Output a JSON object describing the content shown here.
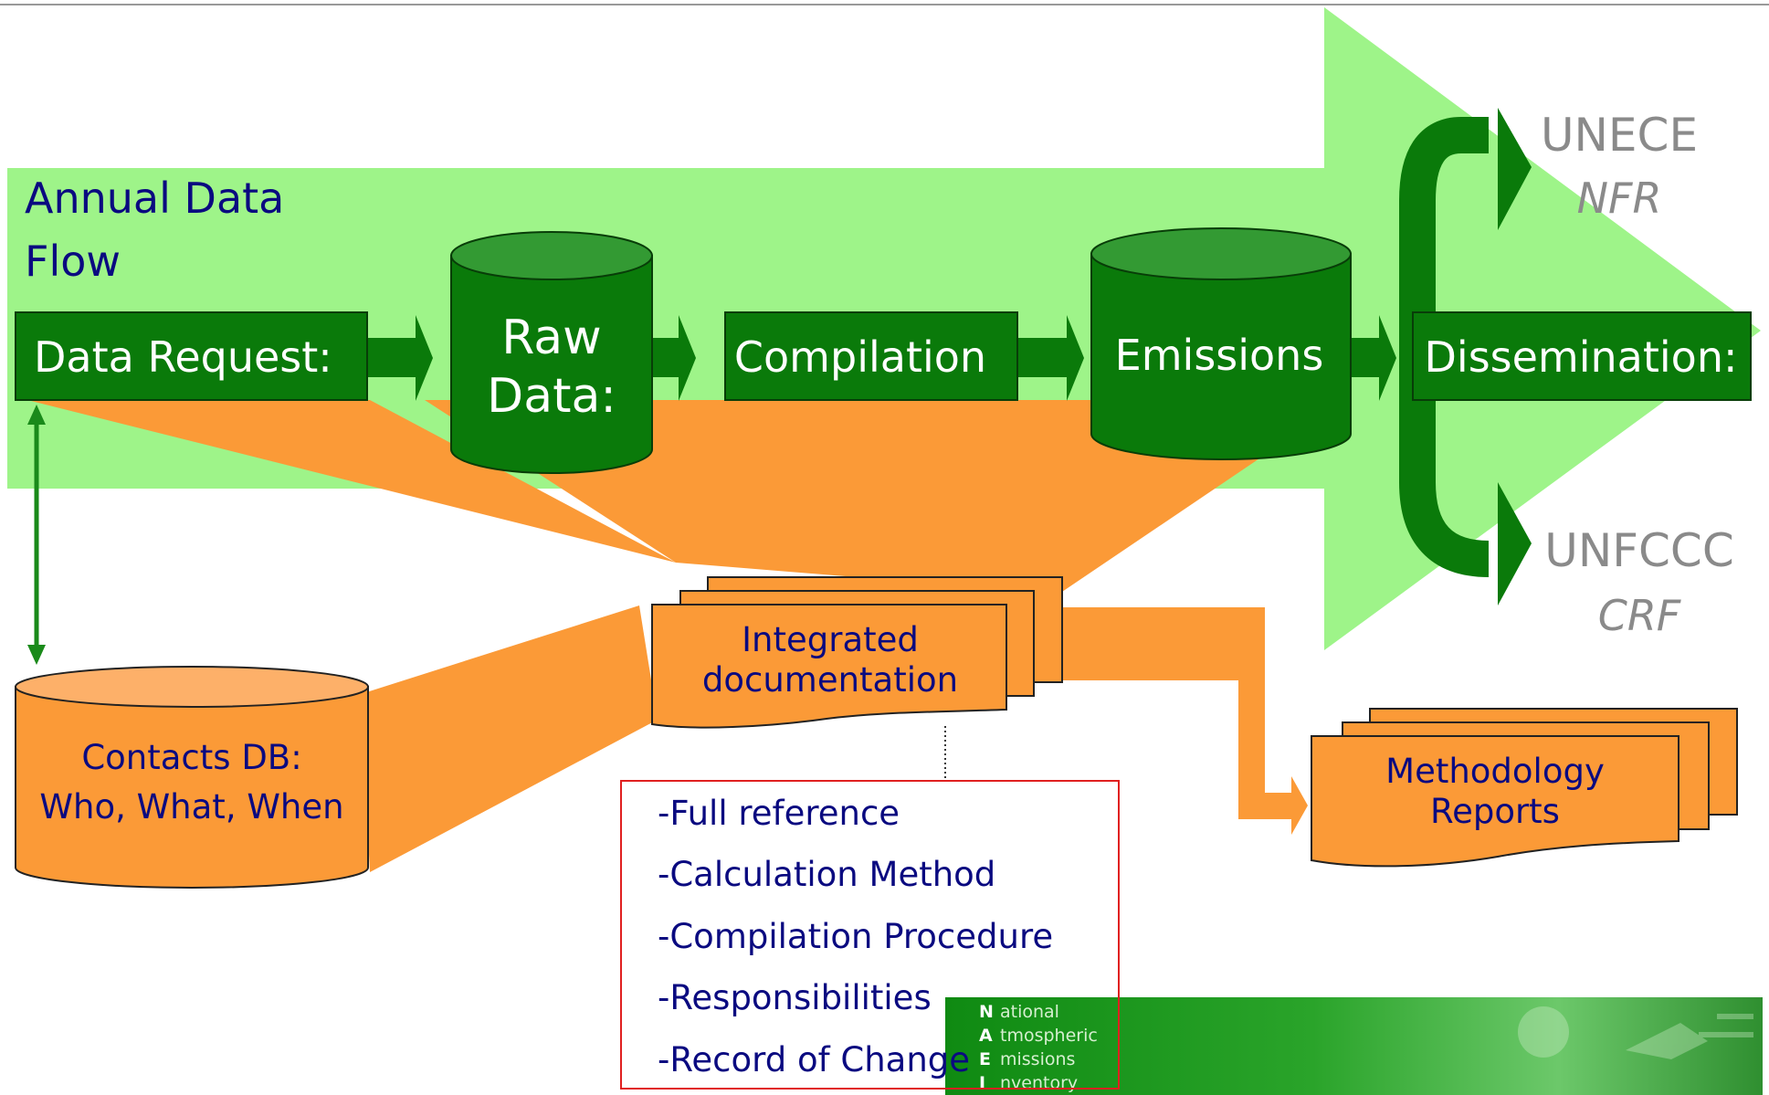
{
  "title_line1": "Annual Data",
  "title_line2": "Flow",
  "steps": {
    "data_request": "Data Request:",
    "raw_data_line1": "Raw",
    "raw_data_line2": "Data:",
    "compilation": "Compilation",
    "emissions": "Emissions",
    "dissemination": "Dissemination:"
  },
  "outputs": {
    "unece": "UNECE",
    "nfr": "NFR",
    "unfccc": "UNFCCC",
    "crf": "CRF"
  },
  "contacts_line1": "Contacts DB:",
  "contacts_line2": "Who, What, When",
  "integrated_line1": "Integrated",
  "integrated_line2": "documentation",
  "methodology_line1": "Methodology",
  "methodology_line2": "Reports",
  "doc_items": [
    "-Full reference",
    "-Calculation Method",
    "-Compilation Procedure",
    "-Responsibilities",
    "-Record of Change"
  ],
  "logo_letters": [
    "N",
    "A",
    "E",
    "I"
  ],
  "logo_words": [
    "ational",
    "tmospheric",
    "missions",
    "nventory"
  ],
  "colors": {
    "light_green": "#9ef489",
    "dark_green": "#0a7a0a",
    "cyl_top_green": "#339a33",
    "orange": "#fb9a37",
    "orange_top": "#fdb069",
    "navy": "#0a0a80",
    "grey": "#8a8a8a",
    "red": "#e02020"
  }
}
